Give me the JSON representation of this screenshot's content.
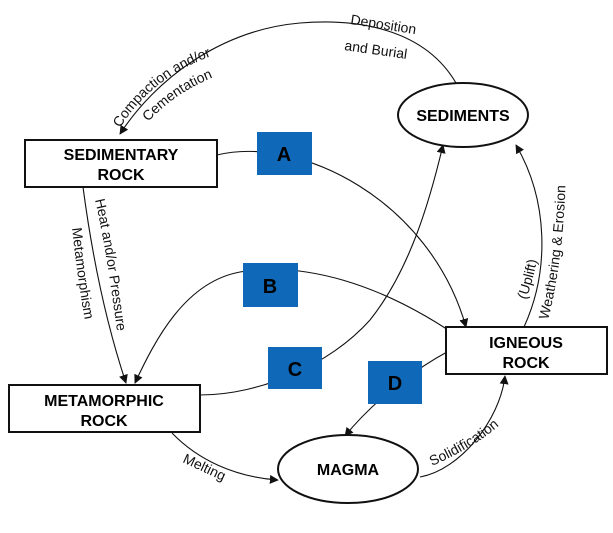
{
  "nodes": {
    "sediments": "SEDIMENTS",
    "sedimentary_rock": [
      "SEDIMENTARY",
      "ROCK"
    ],
    "metamorphic_rock": [
      "METAMORPHIC",
      "ROCK"
    ],
    "igneous_rock": [
      "IGNEOUS",
      "ROCK"
    ],
    "magma": "MAGMA"
  },
  "processes": {
    "deposition_burial": [
      "Deposition",
      "and Burial"
    ],
    "compaction_cementation": [
      "Compaction and/or",
      "Cementation"
    ],
    "heat_pressure": [
      "Heat and/or Pressure",
      "Metamorphism"
    ],
    "weathering_erosion": [
      "(Uplift)",
      "Weathering & Erosion"
    ],
    "melting": "Melting",
    "solidification": "Solidification"
  },
  "markers": [
    "A",
    "B",
    "C",
    "D"
  ],
  "colors": {
    "marker_fill": "#1069b8",
    "stroke": "#111111"
  }
}
